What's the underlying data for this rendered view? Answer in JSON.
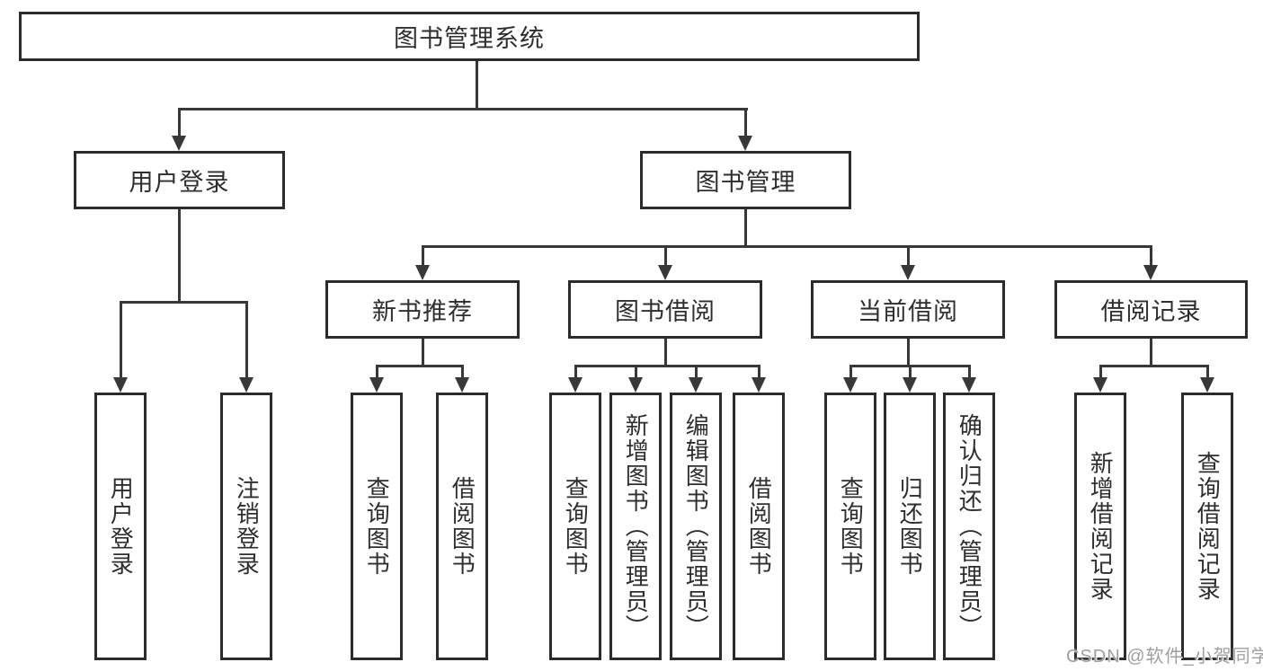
{
  "diagram_title": "图书管理系统",
  "watermark": "CSDN @软件_小贺同学",
  "colors": {
    "background": "#ffffff",
    "box_border": "#2b2b2b",
    "connector_line": "#383838",
    "text": "#2e2e2e",
    "watermark_text": "#9f9f9f"
  },
  "nodes": {
    "root": {
      "label": "图书管理系统"
    },
    "userLogin": {
      "label": "用户登录"
    },
    "bookMgmt": {
      "label": "图书管理"
    },
    "newBookRec": {
      "label": "新书推荐"
    },
    "bookBorrow": {
      "label": "图书借阅"
    },
    "currentBorrow": {
      "label": "当前借阅"
    },
    "borrowRecords": {
      "label": "借阅记录"
    },
    "loginLeaf": {
      "label": "用户登录"
    },
    "logoutLeaf": {
      "label": "注销登录"
    },
    "recQuery": {
      "label": "查询图书"
    },
    "recBorrow": {
      "label": "借阅图书"
    },
    "bbQuery": {
      "label": "查询图书"
    },
    "bbAdd": {
      "label": "新增图书（管理员）"
    },
    "bbEdit": {
      "label": "编辑图书（管理员）"
    },
    "bbBorrow": {
      "label": "借阅图书"
    },
    "cbQuery": {
      "label": "查询图书"
    },
    "cbReturn": {
      "label": "归还图书"
    },
    "cbConfirm": {
      "label": "确认归还（管理员）"
    },
    "brAdd": {
      "label": "新增借阅记录"
    },
    "brQuery": {
      "label": "查询借阅记录"
    }
  },
  "hierarchy": {
    "root": [
      "userLogin",
      "bookMgmt"
    ],
    "userLogin": [
      "loginLeaf",
      "logoutLeaf"
    ],
    "bookMgmt": [
      "newBookRec",
      "bookBorrow",
      "currentBorrow",
      "borrowRecords"
    ],
    "newBookRec": [
      "recQuery",
      "recBorrow"
    ],
    "bookBorrow": [
      "bbQuery",
      "bbAdd",
      "bbEdit",
      "bbBorrow"
    ],
    "currentBorrow": [
      "cbQuery",
      "cbReturn",
      "cbConfirm"
    ],
    "borrowRecords": [
      "brAdd",
      "brQuery"
    ]
  }
}
